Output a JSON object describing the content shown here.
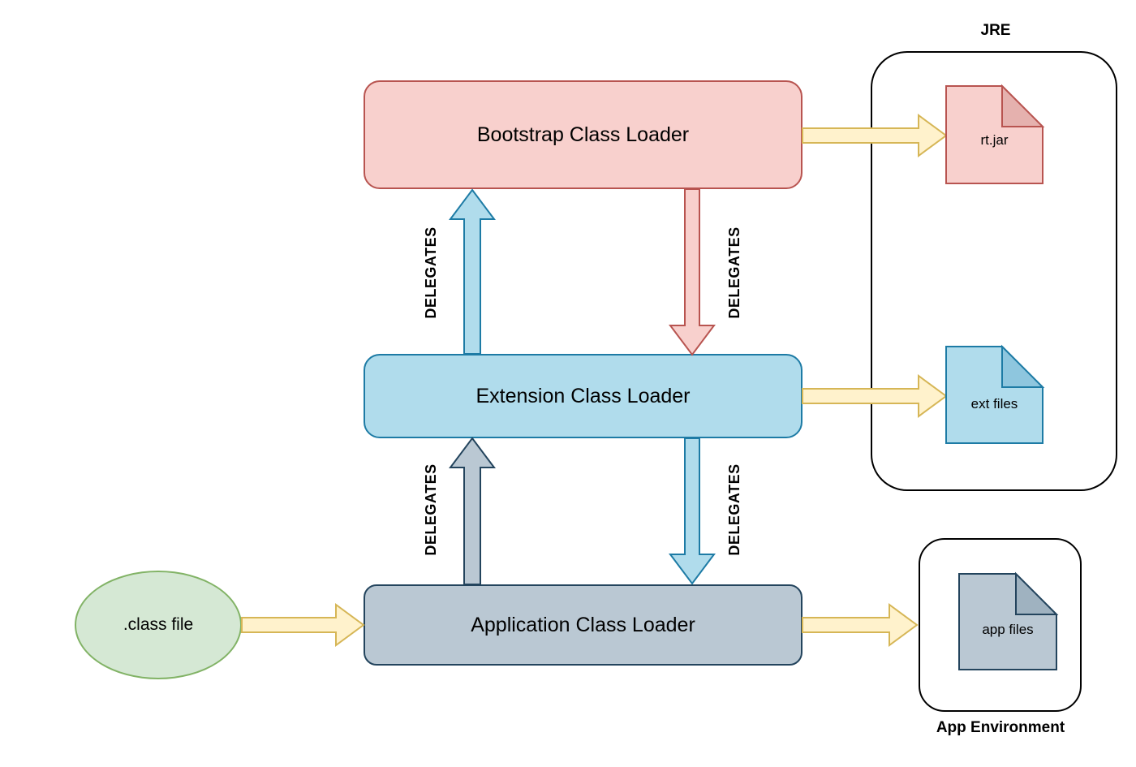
{
  "palette": {
    "red_fill": "#f8d0cd",
    "red_stroke": "#b85450",
    "red_fold": "#e5b1ae",
    "blue_fill": "#b0dcec",
    "blue_stroke": "#1d7ba5",
    "blue_fold": "#8ec6de",
    "gray_fill": "#bac8d3",
    "gray_stroke": "#23445d",
    "gray_fold": "#9fb2c0",
    "green_fill": "#d5e8d4",
    "green_stroke": "#82b366",
    "yellow_fill": "#fff2cc",
    "yellow_stroke": "#d6b656",
    "container_stroke": "#000000",
    "text": "#000000",
    "background": "#ffffff"
  },
  "nodes": {
    "bootstrap_loader": {
      "label": "Bootstrap Class Loader"
    },
    "extension_loader": {
      "label": "Extension Class Loader"
    },
    "application_loader": {
      "label": "Application Class Loader"
    },
    "class_file": {
      "label": ".class file"
    },
    "rt_jar": {
      "label": "rt.jar"
    },
    "ext_files": {
      "label": "ext files"
    },
    "app_files": {
      "label": "app files"
    }
  },
  "containers": {
    "jre": {
      "label": "JRE"
    },
    "app_environment": {
      "label": "App Environment"
    }
  },
  "edges": {
    "delegates": [
      {
        "label": "DELEGATES",
        "direction": "up",
        "from": "extension_loader",
        "to": "bootstrap_loader"
      },
      {
        "label": "DELEGATES",
        "direction": "down",
        "from": "bootstrap_loader",
        "to": "extension_loader"
      },
      {
        "label": "DELEGATES",
        "direction": "up",
        "from": "application_loader",
        "to": "extension_loader"
      },
      {
        "label": "DELEGATES",
        "direction": "down",
        "from": "extension_loader",
        "to": "application_loader"
      }
    ],
    "flow": [
      {
        "from": "bootstrap_loader",
        "to": "rt_jar"
      },
      {
        "from": "extension_loader",
        "to": "ext_files"
      },
      {
        "from": "application_loader",
        "to": "app_environment"
      },
      {
        "from": "class_file",
        "to": "application_loader"
      }
    ]
  }
}
